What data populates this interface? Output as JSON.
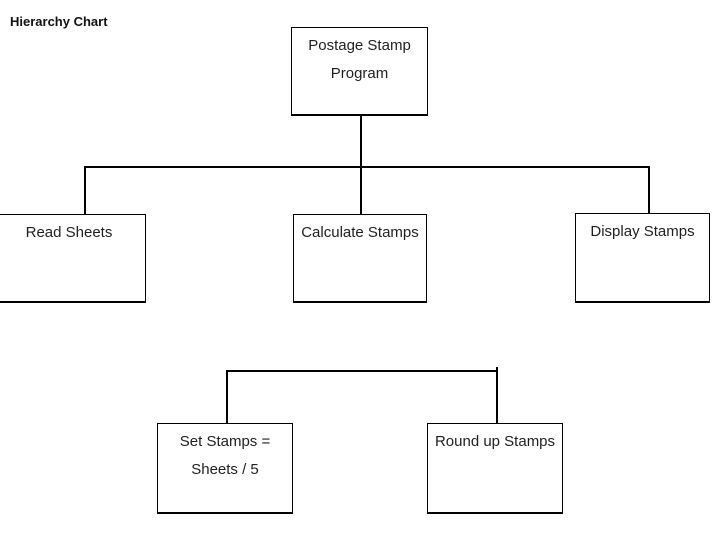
{
  "diagram": {
    "title": "Hierarchy Chart",
    "colors": {
      "background": "#ffffff",
      "line": "#000000",
      "text": "#1f1f1f"
    },
    "nodes": [
      {
        "id": "postage-stamp-program",
        "label": "Postage Stamp\nProgram"
      },
      {
        "id": "read-sheets",
        "label": "Read Sheets"
      },
      {
        "id": "calculate-stamps",
        "label": "Calculate Stamps"
      },
      {
        "id": "display-stamps",
        "label": "Display Stamps"
      },
      {
        "id": "set-stamps",
        "label": "Set Stamps =\nSheets / 5"
      },
      {
        "id": "round-up-stamps",
        "label": "Round up Stamps"
      }
    ],
    "edges": [
      {
        "from": "postage-stamp-program",
        "to": "read-sheets"
      },
      {
        "from": "postage-stamp-program",
        "to": "calculate-stamps"
      },
      {
        "from": "postage-stamp-program",
        "to": "display-stamps"
      },
      {
        "bracket_joins": [
          "set-stamps",
          "round-up-stamps"
        ],
        "note": "bracket drawn below middle row, not attached to a parent box"
      }
    ]
  }
}
